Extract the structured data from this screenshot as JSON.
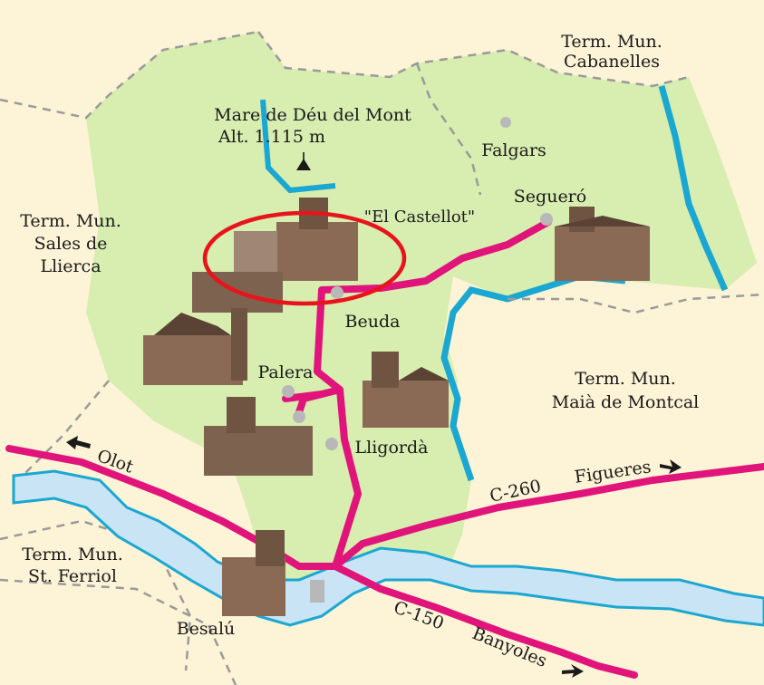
{
  "colors": {
    "background": "#fdf3d6",
    "territory": "#d8edb0",
    "road": "#e0147a",
    "river_fill": "#c8e4f5",
    "river_edge": "#1aa7d1",
    "highlight": "#e8141c",
    "boundary": "#9a9a9a",
    "village_dot": "#b8b8b8"
  },
  "peak": {
    "name": "Mare de Déu del Mont",
    "altitude": "Alt. 1.115 m",
    "icon": "peak-triangle-icon"
  },
  "municipalities": {
    "cabanelles": {
      "line1": "Term. Mun.",
      "line2": "Cabanelles"
    },
    "sales": {
      "line1": "Term. Mun.",
      "line2": "Sales de",
      "line3": "Llierca"
    },
    "maia": {
      "line1": "Term. Mun.",
      "line2": "Maià de Montcal"
    },
    "ferriol": {
      "line1": "Term. Mun.",
      "line2": "St. Ferriol"
    }
  },
  "villages": {
    "falgars": "Falgars",
    "seguero": "Segueró",
    "castellot": "\"El Castellot\"",
    "beuda": "Beuda",
    "palera": "Palera",
    "lligorda": "Lligordà",
    "besalu": "Besalú"
  },
  "roads": {
    "olot": "Olot",
    "figueres": "Figueres",
    "c260": "C-260",
    "c150": "C-150",
    "banyoles": "Banyoles"
  },
  "icons": {
    "arrow_left": "arrow-left-icon",
    "arrow_right": "arrow-right-icon",
    "church": "church-illustration-icon"
  }
}
